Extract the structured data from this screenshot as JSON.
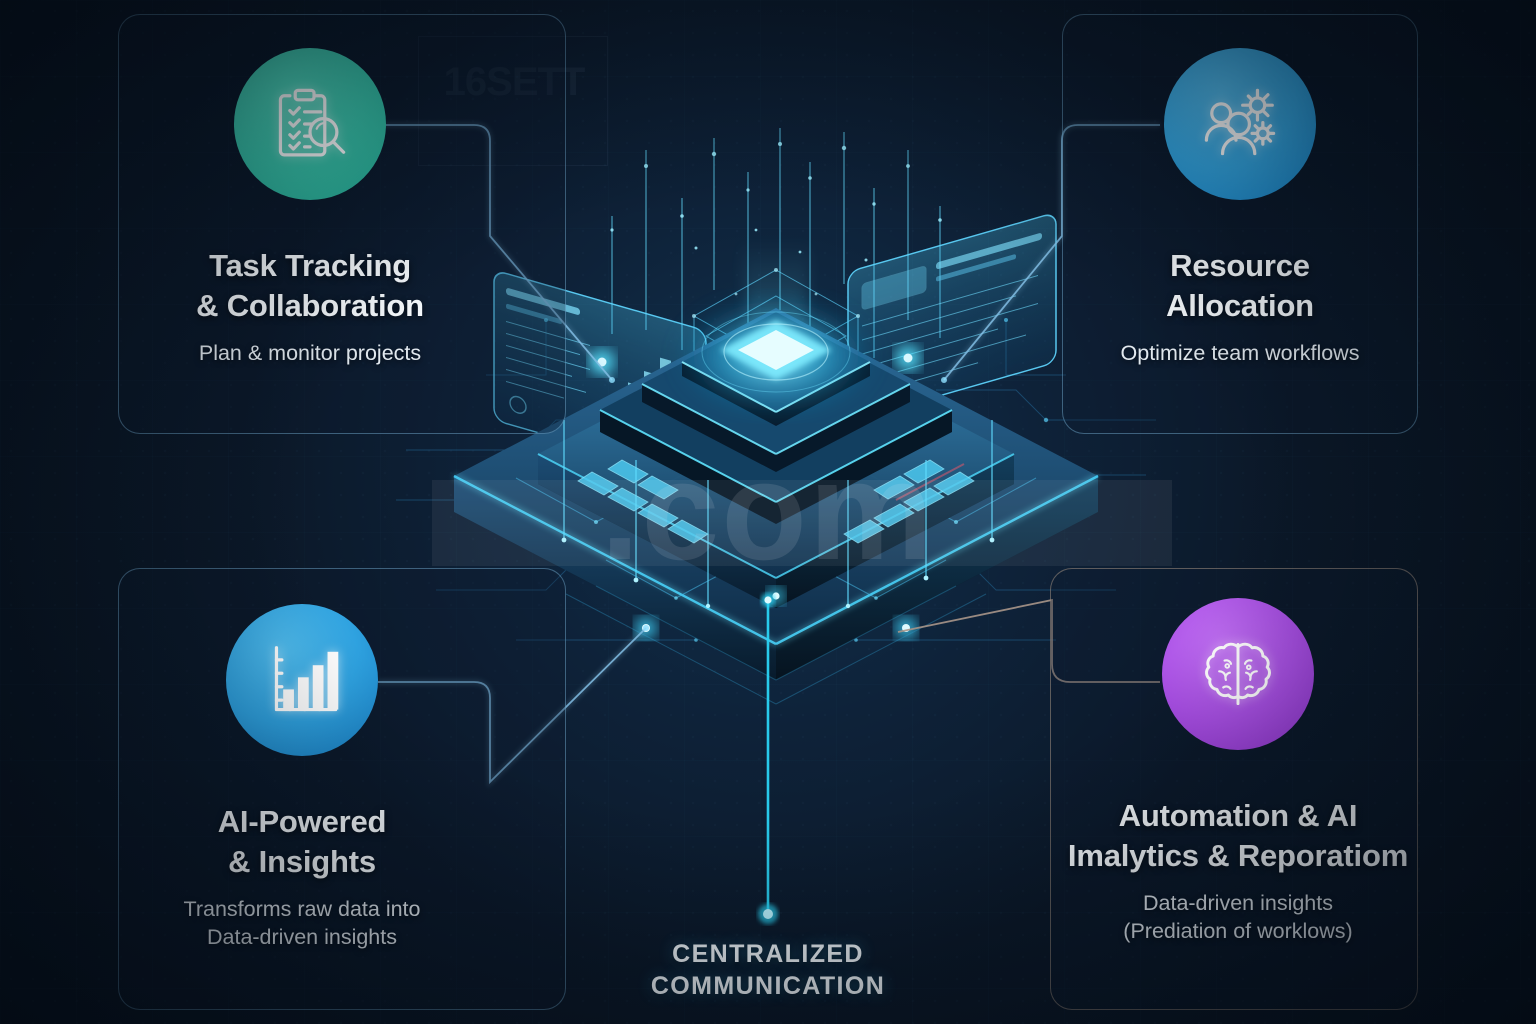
{
  "background": {
    "base_color": "#0b1726",
    "accent_cyan": "#2ad4f5",
    "card_border": "#7ebae2",
    "card_border_warm": "#aa9886"
  },
  "watermark": {
    "text": ".com",
    "ghost_label": "16SETT"
  },
  "center_hub": {
    "label_line1": "CENTRALIZED",
    "label_line2": "COMMUNICATION",
    "graphic_name": "isometric-ai-processor-hologram"
  },
  "quadrants": [
    {
      "id": "task-tracking",
      "icon_name": "clipboard-checklist-magnifier-icon",
      "icon_color": "#38c5ab",
      "title_line1": "Task Tracking",
      "title_line2": "& Collaboration",
      "subtitle_line1": "Plan & monitor projects",
      "subtitle_line2": "",
      "connector_color": "#7ebae2"
    },
    {
      "id": "resource-allocation",
      "icon_name": "people-gears-icon",
      "icon_color": "#34a7e2",
      "title_line1": "Resource",
      "title_line2": "Allocation",
      "subtitle_line1": "Optimize team workflows",
      "subtitle_line2": "",
      "connector_color": "#7ebae2"
    },
    {
      "id": "ai-powered-insights",
      "icon_name": "bar-chart-icon",
      "icon_color": "#2ea1df",
      "title_line1": "AI-Powered",
      "title_line2": "& Insights",
      "subtitle_line1": "Transforms raw data into",
      "subtitle_line2": "Data-driven insights",
      "connector_color": "#7ebae2"
    },
    {
      "id": "automation-ai",
      "icon_name": "brain-icon",
      "icon_color": "#a94fe4",
      "title_line1": "Automation & AI",
      "title_line2": "Imalytics & Reporatiom",
      "subtitle_line1": "Data-driven insights",
      "subtitle_line2": "(Prediation of worklows)",
      "connector_color": "#aa9886"
    }
  ]
}
